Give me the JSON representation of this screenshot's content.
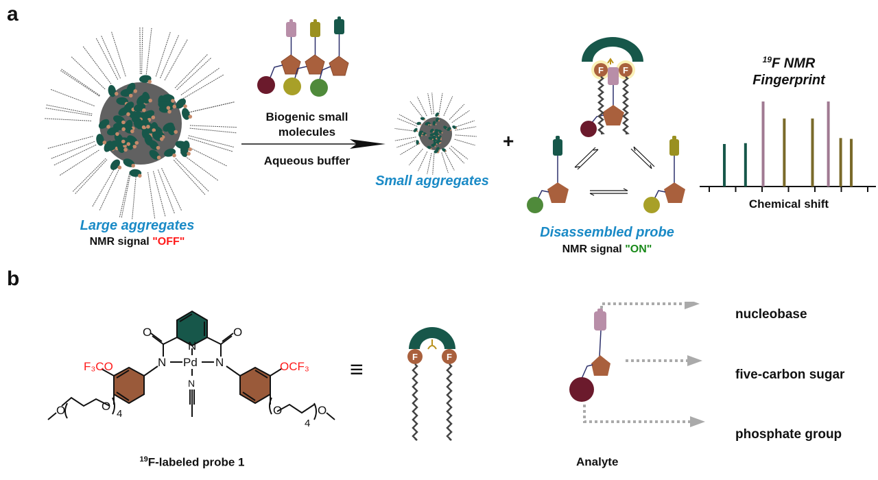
{
  "panels": {
    "a": {
      "label": "a",
      "large_aggregates": {
        "title": "Large aggregates",
        "signal_prefix": "NMR signal ",
        "signal_state": "\"OFF\""
      },
      "reagents": {
        "line1": "Biogenic small",
        "line2": "molecules",
        "line3": "Aqueous buffer"
      },
      "small_aggregates": {
        "title": "Small aggregates"
      },
      "plus": "+",
      "disassembled": {
        "title": "Disassembled probe",
        "signal_prefix": "NMR signal ",
        "signal_state": "\"ON\""
      },
      "fingerprint": {
        "title_sup": "19",
        "title_main": "F NMR",
        "title_line2": "Fingerprint",
        "xlabel": "Chemical shift"
      },
      "fluorine_label": "F"
    },
    "b": {
      "label": "b",
      "probe": {
        "caption_sup": "19",
        "caption_main": "F-labeled probe 1",
        "atoms": {
          "left_sub": "F₃CO",
          "right_sub": "OCF₃",
          "pd": "Pd",
          "n": "N",
          "o": "O",
          "rep": "4"
        }
      },
      "equiv": "≡",
      "analyte": {
        "caption": "Analyte",
        "parts": [
          "nucleobase",
          "five-carbon sugar",
          "phosphate group"
        ]
      }
    }
  },
  "colors": {
    "green": "#17574a",
    "mauve": "#a07a92",
    "olive": "#7a6a2a",
    "brown": "#a9603d",
    "maroon": "#6b1a2c",
    "blue_caption": "#1a8ac6",
    "red": "#ff1a1a",
    "on_green": "#1a8a1a"
  },
  "chart_data": {
    "type": "bar",
    "title": "19F NMR Fingerprint",
    "xlabel": "Chemical shift",
    "ylabel": "",
    "x_ticks": 7,
    "peaks": [
      {
        "position": 0.14,
        "intensity": 0.5,
        "color": "green"
      },
      {
        "position": 0.26,
        "intensity": 0.51,
        "color": "green"
      },
      {
        "position": 0.36,
        "intensity": 1.0,
        "color": "mauve"
      },
      {
        "position": 0.48,
        "intensity": 0.8,
        "color": "olive"
      },
      {
        "position": 0.64,
        "intensity": 0.8,
        "color": "olive"
      },
      {
        "position": 0.73,
        "intensity": 1.0,
        "color": "mauve"
      },
      {
        "position": 0.8,
        "intensity": 0.57,
        "color": "olive"
      },
      {
        "position": 0.86,
        "intensity": 0.56,
        "color": "olive"
      }
    ],
    "ylim": [
      0,
      1
    ]
  }
}
